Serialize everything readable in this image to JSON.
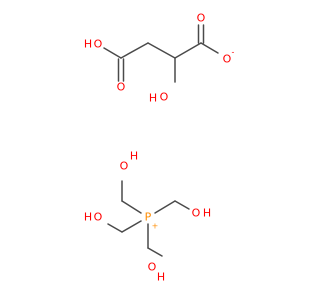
{
  "molecules": [
    {
      "name": "malate-anion",
      "atoms": [
        {
          "id": "m_O1",
          "label": "O",
          "color": "#ff0000"
        },
        {
          "id": "m_H1",
          "label": "H",
          "color": "#ff0000"
        },
        {
          "id": "m_O2",
          "label": "O",
          "color": "#ff0000"
        },
        {
          "id": "m_O3",
          "label": "O",
          "color": "#ff0000"
        },
        {
          "id": "m_O4",
          "label": "O",
          "color": "#ff0000"
        },
        {
          "id": "m_O4c",
          "label": "-",
          "color": "#ff0000"
        },
        {
          "id": "m_O5",
          "label": "O",
          "color": "#ff0000"
        },
        {
          "id": "m_H5",
          "label": "H",
          "color": "#ff0000"
        }
      ]
    },
    {
      "name": "tetrakis-hydroxymethyl-phosphonium",
      "atoms": [
        {
          "id": "p_P",
          "label": "P",
          "color": "#ff8c00"
        },
        {
          "id": "p_Pc",
          "label": "+",
          "color": "#ff8c00"
        },
        {
          "id": "p_O1",
          "label": "O",
          "color": "#ff0000"
        },
        {
          "id": "p_H1",
          "label": "H",
          "color": "#ff0000"
        },
        {
          "id": "p_O2",
          "label": "O",
          "color": "#ff0000"
        },
        {
          "id": "p_H2",
          "label": "H",
          "color": "#ff0000"
        },
        {
          "id": "p_O3",
          "label": "O",
          "color": "#ff0000"
        },
        {
          "id": "p_H3",
          "label": "H",
          "color": "#ff0000"
        },
        {
          "id": "p_O4",
          "label": "O",
          "color": "#ff0000"
        },
        {
          "id": "p_H4",
          "label": "H",
          "color": "#ff0000"
        }
      ]
    }
  ],
  "colors": {
    "bond": "#4a4a4a",
    "oxygen": "#ff0000",
    "phosphorus": "#ff8c00",
    "background": "#ffffff"
  }
}
